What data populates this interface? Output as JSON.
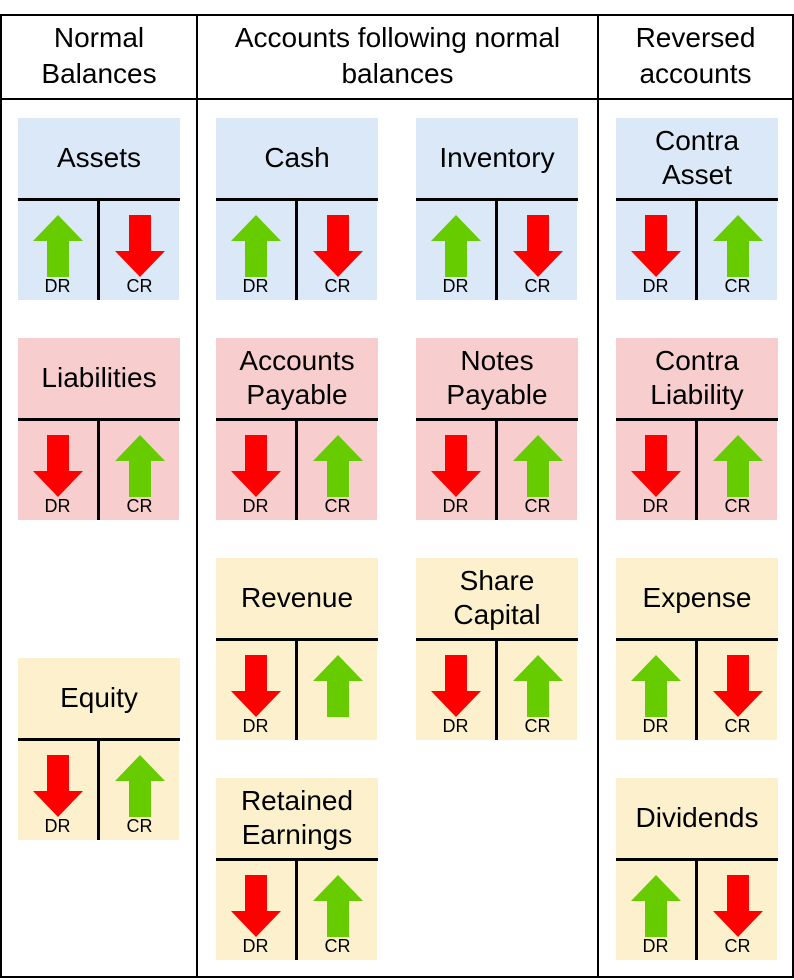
{
  "headers": {
    "normal": [
      "Normal",
      "Balances"
    ],
    "following": [
      "Accounts following normal",
      "balances"
    ],
    "reversed": [
      "Reversed",
      "accounts"
    ]
  },
  "colors": {
    "assets_blue": "#dae8f7",
    "liabilities_pink": "#f7cdcd",
    "equity_yellow": "#fdf0cd",
    "up_arrow_green": "#66cc00",
    "down_arrow_red": "#ff0000"
  },
  "icons": {
    "increase": "arrow-up-icon",
    "decrease": "arrow-down-icon"
  },
  "debit_label": "DR",
  "credit_label": "CR",
  "accounts": [
    {
      "id": "assets",
      "title": "Assets",
      "group": "normal",
      "color": "blue",
      "dr": "up",
      "cr": "down"
    },
    {
      "id": "liabilities",
      "title": "Liabilities",
      "group": "normal",
      "color": "pink",
      "dr": "down",
      "cr": "up"
    },
    {
      "id": "equity",
      "title": "Equity",
      "group": "normal",
      "color": "yellow",
      "dr": "down",
      "cr": "up"
    },
    {
      "id": "cash",
      "title": "Cash",
      "group": "following",
      "color": "blue",
      "dr": "up",
      "cr": "down"
    },
    {
      "id": "inventory",
      "title": "Inventory",
      "group": "following",
      "color": "blue",
      "dr": "up",
      "cr": "down"
    },
    {
      "id": "accounts-payable",
      "title": "Accounts Payable",
      "group": "following",
      "color": "pink",
      "dr": "down",
      "cr": "up"
    },
    {
      "id": "notes-payable",
      "title": "Notes Payable",
      "group": "following",
      "color": "pink",
      "dr": "down",
      "cr": "up"
    },
    {
      "id": "revenue",
      "title": "Revenue",
      "group": "following",
      "color": "yellow",
      "dr": "down",
      "cr": "up",
      "cr_label_shown": false
    },
    {
      "id": "share-capital",
      "title": "Share Capital",
      "group": "following",
      "color": "yellow",
      "dr": "down",
      "cr": "up"
    },
    {
      "id": "retained-earnings",
      "title": "Retained Earnings",
      "group": "following",
      "color": "yellow",
      "dr": "down",
      "cr": "up"
    },
    {
      "id": "contra-asset",
      "title": "Contra Asset",
      "group": "reversed",
      "color": "blue",
      "dr": "down",
      "cr": "up"
    },
    {
      "id": "contra-liability",
      "title": "Contra Liability",
      "group": "reversed",
      "color": "pink",
      "dr": "down",
      "cr": "up"
    },
    {
      "id": "expense",
      "title": "Expense",
      "group": "reversed",
      "color": "yellow",
      "dr": "up",
      "cr": "down"
    },
    {
      "id": "dividends",
      "title": "Dividends",
      "group": "reversed",
      "color": "yellow",
      "dr": "up",
      "cr": "down"
    }
  ]
}
